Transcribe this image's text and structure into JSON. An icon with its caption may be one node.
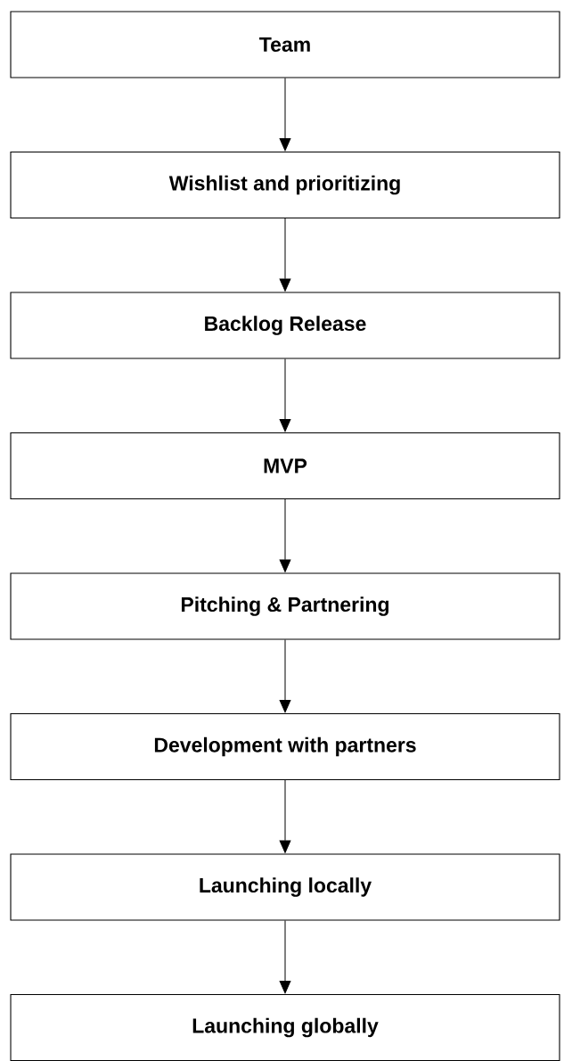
{
  "diagram": {
    "nodes": [
      {
        "text": [
          "Team"
        ]
      },
      {
        "text": [
          "Wishlist and prioritizing"
        ]
      },
      {
        "text": [
          "Backlog Release"
        ]
      },
      {
        "text": [
          "MVP"
        ]
      },
      {
        "text": [
          "Pitching & Partnering"
        ]
      },
      {
        "text": [
          "Development with partners"
        ]
      },
      {
        "text": [
          "Launching locally"
        ]
      },
      {
        "text": [
          "Launching globally"
        ]
      }
    ],
    "edges": [
      {
        "from": 0,
        "to": 1,
        "arrow": "to"
      },
      {
        "from": 1,
        "to": 2,
        "arrow": "to"
      },
      {
        "from": 2,
        "to": 3,
        "arrow": "to"
      },
      {
        "from": 3,
        "to": 4,
        "arrow": "to"
      },
      {
        "from": 4,
        "to": 5,
        "arrow": "to"
      },
      {
        "from": 5,
        "to": 6,
        "arrow": "to"
      },
      {
        "from": 6,
        "to": 7,
        "arrow": "to"
      }
    ]
  }
}
